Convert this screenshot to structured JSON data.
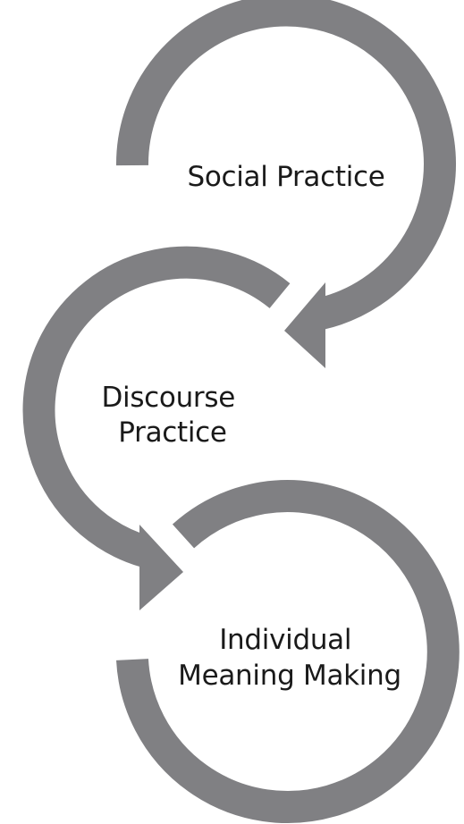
{
  "diagram": {
    "arrow_color": "#808083",
    "text_color": "#1a1a1a",
    "nodes": [
      {
        "id": "social",
        "lines": [
          "Social Practice"
        ]
      },
      {
        "id": "discourse",
        "lines": [
          "Discourse",
          "Practice"
        ]
      },
      {
        "id": "individual",
        "lines": [
          "Individual",
          "Meaning Making"
        ]
      }
    ],
    "flow": [
      {
        "from": "social",
        "to": "discourse"
      },
      {
        "from": "discourse",
        "to": "individual"
      }
    ]
  }
}
